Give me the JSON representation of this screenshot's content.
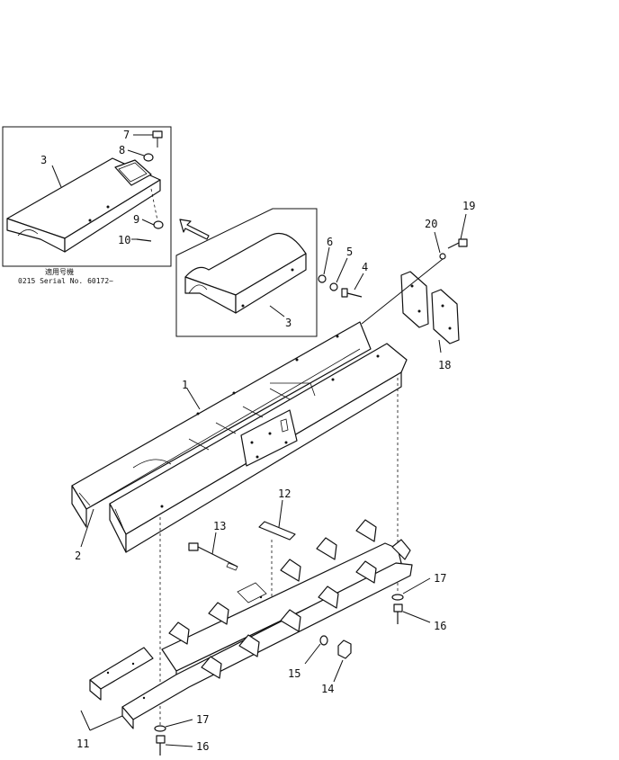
{
  "inset": {
    "note_line1": "適用号機",
    "note_line2": "0215 Serial No. 60172~"
  },
  "labels": {
    "p1": "1",
    "p2": "2",
    "p3a": "3",
    "p3b": "3",
    "p4": "4",
    "p5": "5",
    "p6": "6",
    "p7": "7",
    "p8": "8",
    "p9": "9",
    "p10": "10",
    "p11": "11",
    "p12": "12",
    "p13": "13",
    "p14": "14",
    "p15": "15",
    "p16a": "16",
    "p16b": "16",
    "p17a": "17",
    "p17b": "17",
    "p18": "18",
    "p19": "19",
    "p20": "20"
  }
}
